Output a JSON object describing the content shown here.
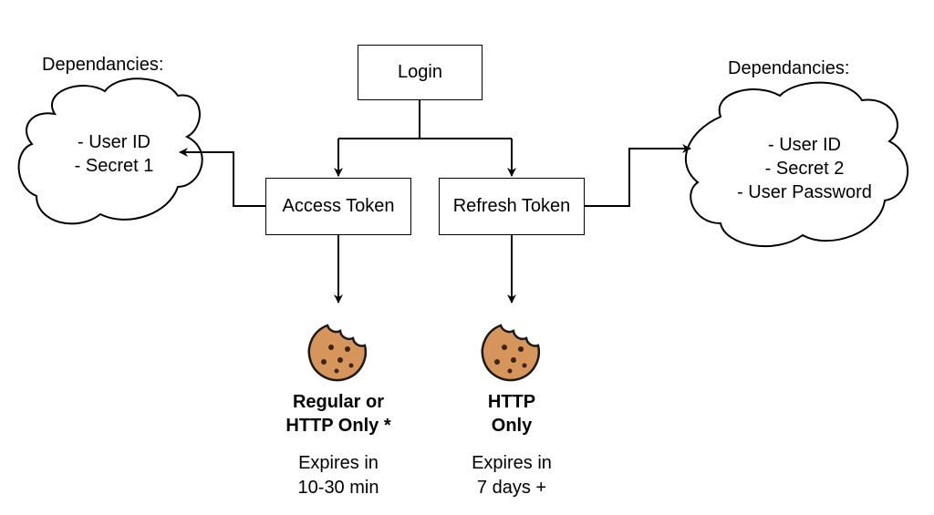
{
  "nodes": {
    "login": "Login",
    "access_token": "Access Token",
    "refresh_token": "Refresh Token"
  },
  "dependencies_left": {
    "title": "Dependancies:",
    "items": [
      "- User ID",
      "- Secret 1"
    ]
  },
  "dependencies_right": {
    "title": "Dependancies:",
    "items": [
      "- User ID",
      "- Secret 2",
      "- User Password"
    ]
  },
  "cookies": {
    "access": {
      "type_lines": [
        "Regular or",
        "HTTP Only *"
      ],
      "expiry_lines": [
        "Expires in",
        "10-30 min"
      ]
    },
    "refresh": {
      "type_lines": [
        "HTTP",
        "Only"
      ],
      "expiry_lines": [
        "Expires in",
        "7 days +"
      ]
    }
  },
  "icons": {
    "cookie": "cookie-icon"
  },
  "colors": {
    "cookie_fill": "#D6955A",
    "cookie_outline": "#1a1a1a",
    "chip": "#3b2413"
  }
}
